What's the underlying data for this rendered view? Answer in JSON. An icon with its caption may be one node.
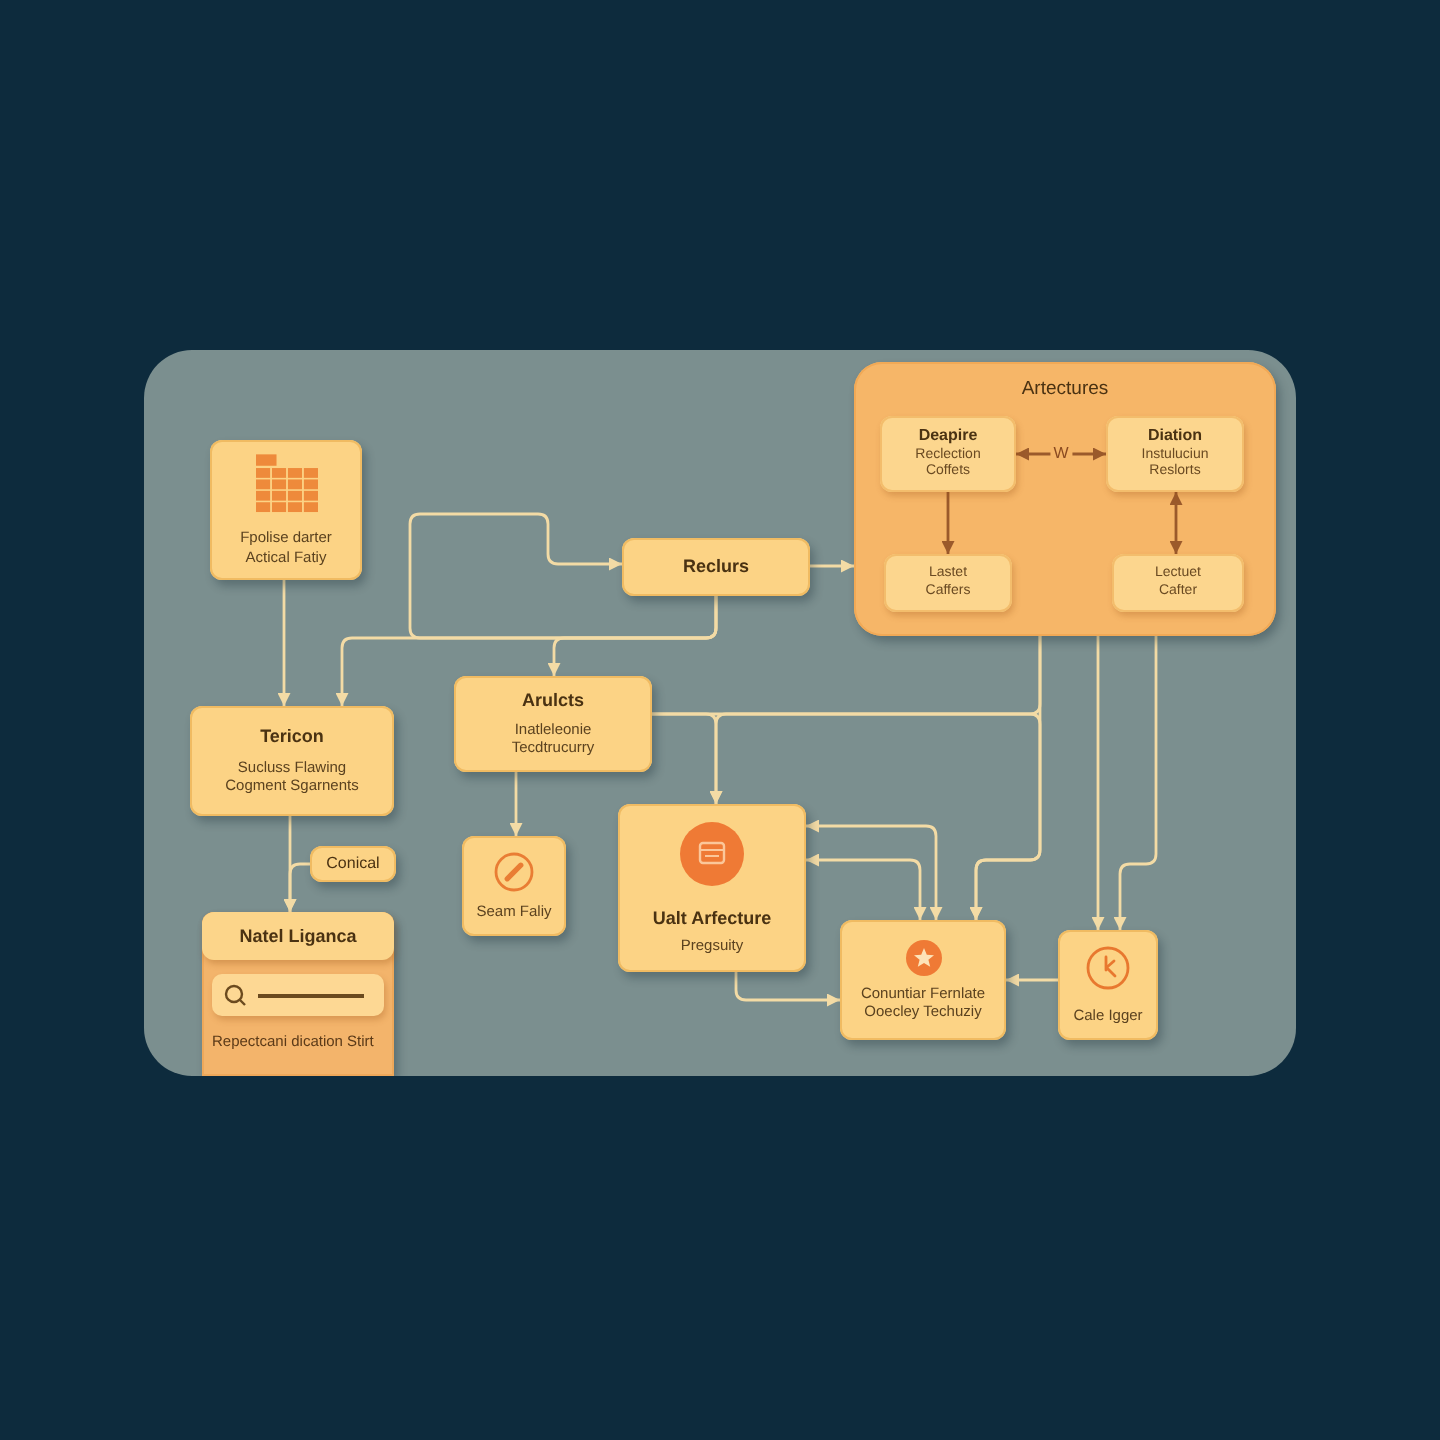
{
  "diagram": {
    "nodes": [
      {
        "text": [
          "Fpolise darter Actical Fatiy"
        ]
      },
      {
        "text": [
          "Reclurs"
        ]
      },
      {
        "text": [
          "Artectures"
        ]
      },
      {
        "text": [
          "Deapire",
          "Reclection Coffets"
        ],
        "in": 2
      },
      {
        "text": [
          "Diation",
          "Instuluciun Reslorts"
        ],
        "in": 2
      },
      {
        "text": [
          "Lastet Caffers"
        ],
        "in": 2
      },
      {
        "text": [
          "Lectuet Cafter"
        ],
        "in": 2
      },
      {
        "text": [
          "Tericon",
          "Sucluss Flawing Cogment Sgarnents"
        ]
      },
      {
        "text": [
          "Arulcts",
          "Inatleleonie Tecdtrucurry"
        ]
      },
      {
        "text": [
          "Conical"
        ]
      },
      {
        "text": [
          "Natel Liganca",
          "Repectcani dication Stirt"
        ]
      },
      {
        "text": [
          "Seam Faliy"
        ]
      },
      {
        "text": [
          "Ualt Arfecture",
          "Pregsuity"
        ]
      },
      {
        "text": [
          "Conuntiar Fernlate Ooecley Techuziy"
        ]
      },
      {
        "text": [
          "Cale Igger"
        ]
      }
    ],
    "edges": [
      {
        "from": 0,
        "to": 7,
        "arrow": "to"
      },
      {
        "from": 1,
        "to": 7,
        "arrow": "to"
      },
      {
        "from": 1,
        "to": 8,
        "arrow": "to"
      },
      {
        "from": 1,
        "to": 1,
        "arrow": "to"
      },
      {
        "from": 1,
        "to": 2,
        "arrow": "to"
      },
      {
        "from": 3,
        "to": 4,
        "arrow": "both",
        "label": "W",
        "color": "#9b5a2b"
      },
      {
        "from": 3,
        "to": 5,
        "arrow": "to",
        "color": "#9b5a2b"
      },
      {
        "from": 4,
        "to": 6,
        "arrow": "both",
        "color": "#9b5a2b"
      },
      {
        "from": 7,
        "to": 10,
        "arrow": "to"
      },
      {
        "from": 9,
        "to": 10,
        "arrow": "to"
      },
      {
        "from": 8,
        "to": 11,
        "arrow": "to"
      },
      {
        "from": 8,
        "to": 12,
        "arrow": "to"
      },
      {
        "from": 8,
        "to": 13,
        "arrow": "to"
      },
      {
        "from": 2,
        "to": 12,
        "arrow": "to"
      },
      {
        "from": 2,
        "to": 13,
        "arrow": "to"
      },
      {
        "from": 12,
        "to": 13,
        "arrow": "both"
      },
      {
        "from": 12,
        "to": 13,
        "arrow": "both"
      },
      {
        "from": 12,
        "to": 13,
        "arrow": "to"
      },
      {
        "from": 14,
        "to": 13,
        "arrow": "to"
      },
      {
        "from": 2,
        "to": 14,
        "arrow": "to"
      },
      {
        "from": 2,
        "to": 14,
        "arrow": "to"
      }
    ]
  }
}
